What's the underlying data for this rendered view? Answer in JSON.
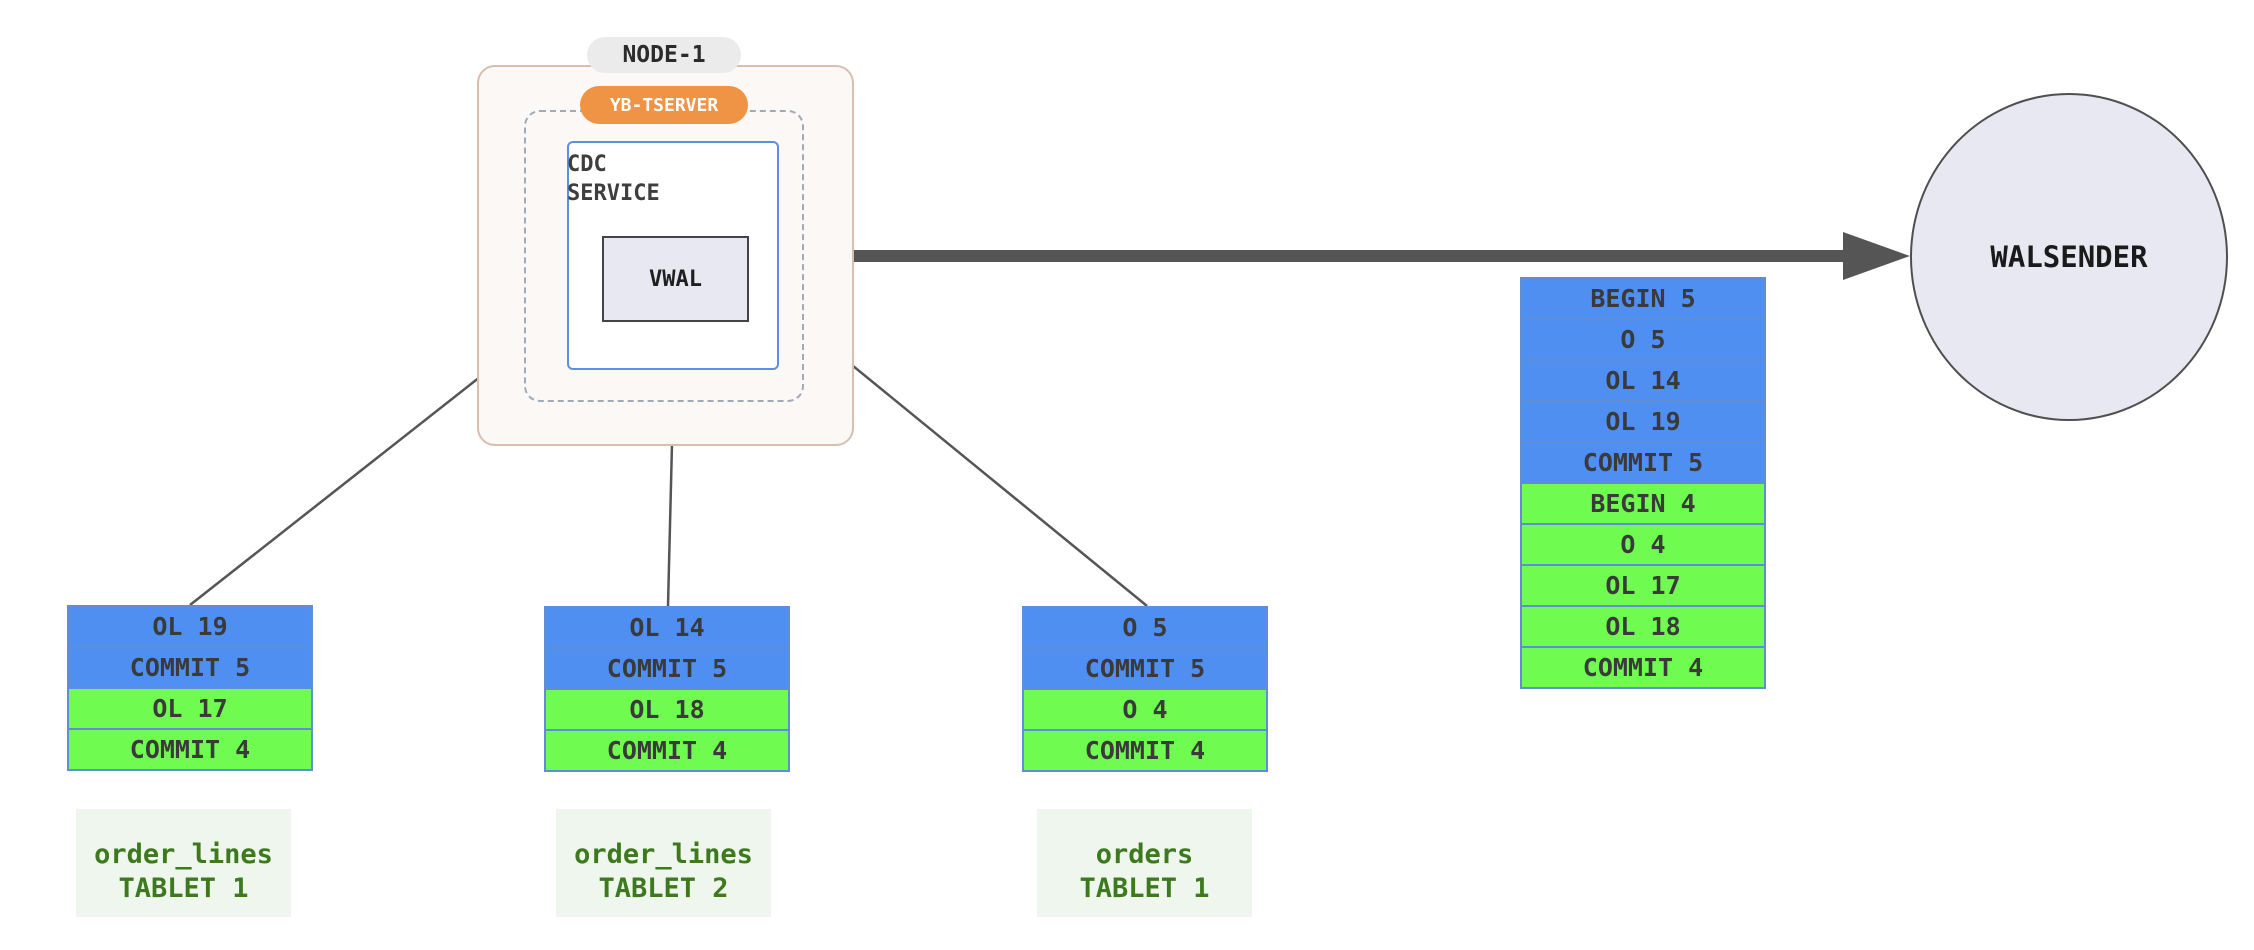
{
  "node": {
    "label": "NODE-1",
    "tserver_label": "YB-TSERVER",
    "cdc_service_label": "CDC\nSERVICE",
    "vwal_label": "VWAL"
  },
  "walsender": {
    "label": "WALSENDER"
  },
  "colors": {
    "blue_entry": "#4f8ff2",
    "green_entry": "#70fb50",
    "tserver_badge": "#ef9345",
    "tablet_label_text": "#3d7a1e"
  },
  "tablets": [
    {
      "name": "order_lines\nTABLET 1",
      "entries": [
        {
          "text": "OL 19",
          "color": "blue"
        },
        {
          "text": "COMMIT 5",
          "color": "blue"
        },
        {
          "text": "OL 17",
          "color": "green"
        },
        {
          "text": "COMMIT 4",
          "color": "green"
        }
      ]
    },
    {
      "name": "order_lines\nTABLET 2",
      "entries": [
        {
          "text": "OL 14",
          "color": "blue"
        },
        {
          "text": "COMMIT 5",
          "color": "blue"
        },
        {
          "text": "OL 18",
          "color": "green"
        },
        {
          "text": "COMMIT 4",
          "color": "green"
        }
      ]
    },
    {
      "name": "orders\nTABLET 1",
      "entries": [
        {
          "text": "O 5",
          "color": "blue"
        },
        {
          "text": "COMMIT 5",
          "color": "blue"
        },
        {
          "text": "O 4",
          "color": "green"
        },
        {
          "text": "COMMIT 4",
          "color": "green"
        }
      ]
    }
  ],
  "stream": {
    "entries": [
      {
        "text": "BEGIN 5",
        "color": "blue"
      },
      {
        "text": "O 5",
        "color": "blue"
      },
      {
        "text": "OL 14",
        "color": "blue"
      },
      {
        "text": "OL 19",
        "color": "blue"
      },
      {
        "text": "COMMIT 5",
        "color": "blue"
      },
      {
        "text": "BEGIN 4",
        "color": "green"
      },
      {
        "text": "O 4",
        "color": "green"
      },
      {
        "text": "OL 17",
        "color": "green"
      },
      {
        "text": "OL 18",
        "color": "green"
      },
      {
        "text": "COMMIT 4",
        "color": "green"
      }
    ]
  }
}
